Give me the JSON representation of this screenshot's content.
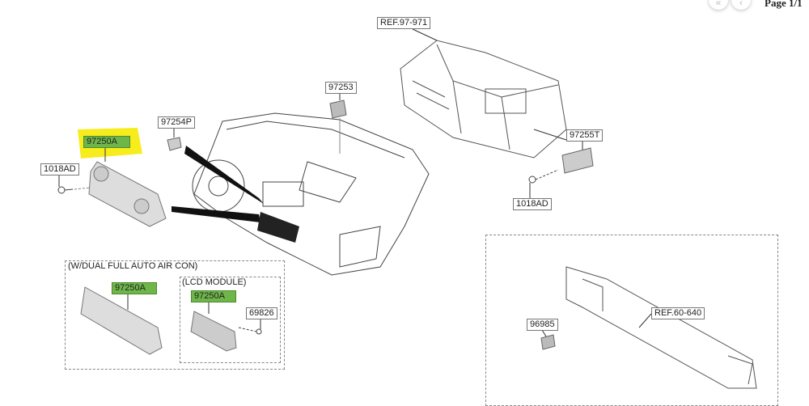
{
  "viewer": {
    "first_page_icon": "«",
    "prev_page_icon": "‹",
    "page_indicator": "Page 1/1"
  },
  "callouts": {
    "ref_hvac": "REF.97-971",
    "part_97253": "97253",
    "part_97254P": "97254P",
    "part_97250A_main": "97250A",
    "part_1018AD_left": "1018AD",
    "part_97255T": "97255T",
    "part_1018AD_right": "1018AD",
    "ref_crossmember": "REF.60-640",
    "part_96985": "96985"
  },
  "variant_box": {
    "title": "(W/DUAL FULL AUTO AIR CON)",
    "part_97250A": "97250A",
    "lcd": {
      "title": "(LCD MODULE)",
      "part_97250A": "97250A",
      "part_69826": "69826"
    }
  },
  "colors": {
    "highlight": "#f7ec1c",
    "part_label_green": "#6fb64a"
  }
}
